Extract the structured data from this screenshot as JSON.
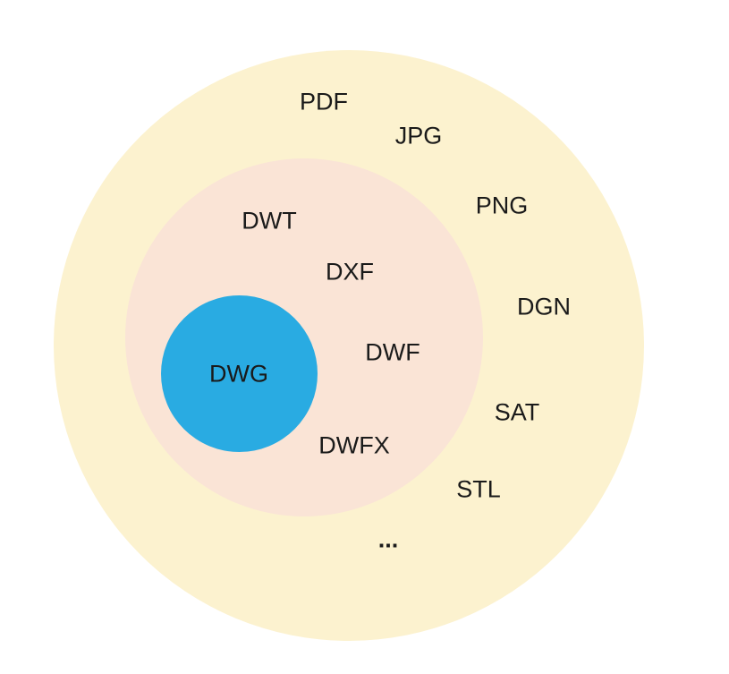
{
  "diagram": {
    "type": "nested-circles",
    "text_color": "#1a1a1a",
    "outer": {
      "color": "#FCF2CF",
      "labels": [
        "PDF",
        "JPG",
        "PNG",
        "DGN",
        "SAT",
        "STL",
        "..."
      ]
    },
    "middle": {
      "color": "#FAE4D6",
      "labels": [
        "DWT",
        "DXF",
        "DWF",
        "DWFX"
      ]
    },
    "inner": {
      "color": "#29ABE2",
      "label": "DWG"
    }
  }
}
